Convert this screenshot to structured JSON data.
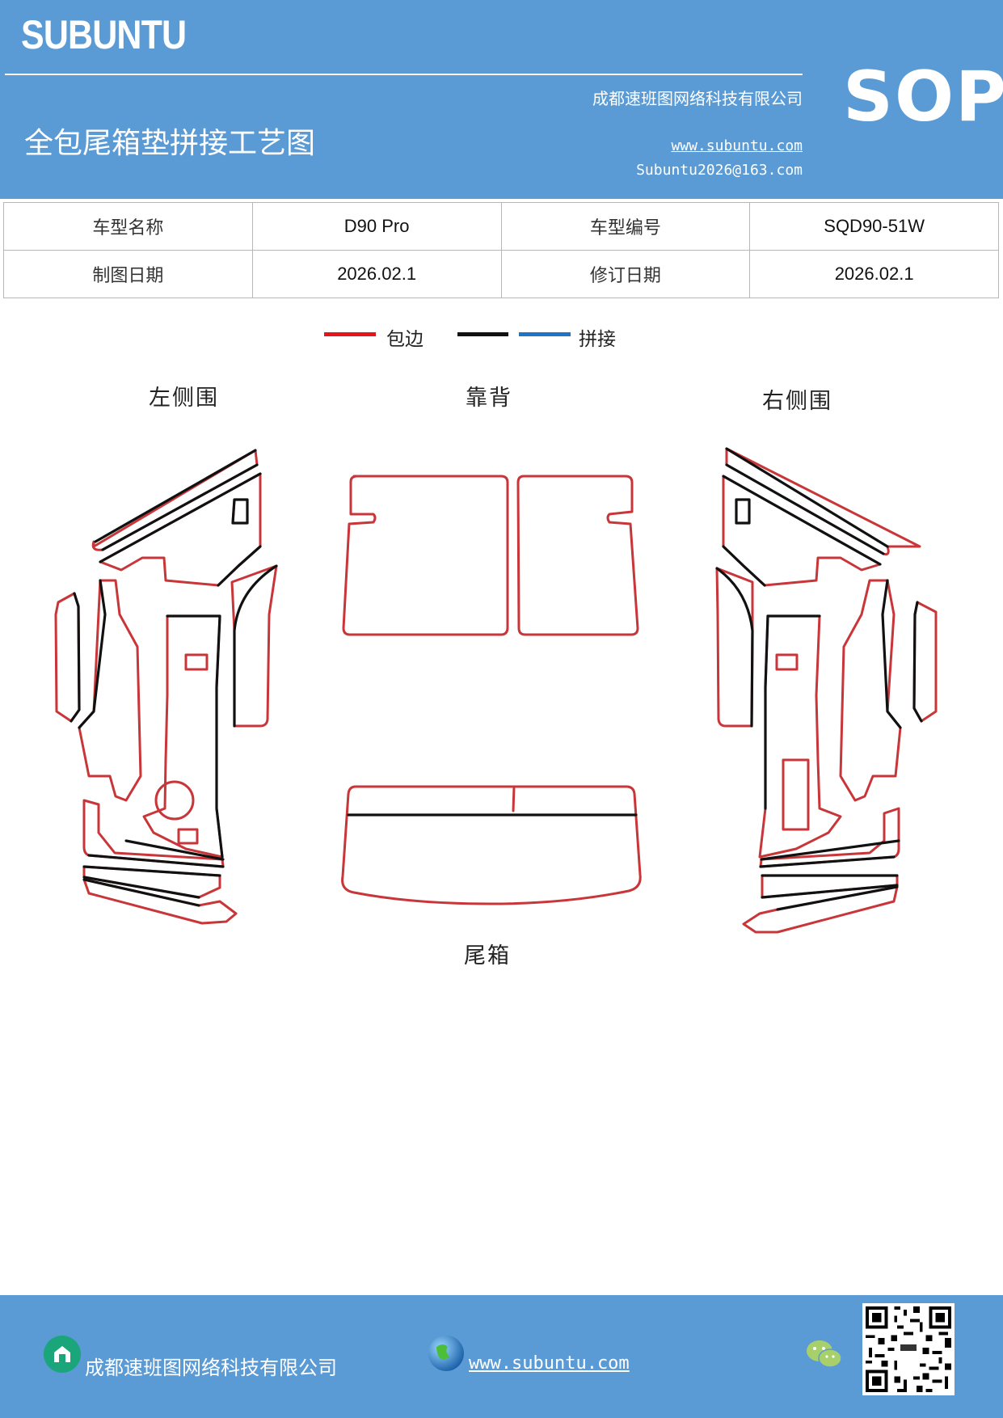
{
  "header": {
    "brand": "SUBUNTU",
    "company": "成都速班图网络科技有限公司",
    "title": "全包尾箱垫拼接工艺图",
    "website": "www.subuntu.com",
    "email": "Subuntu2026@163.com",
    "sop": "SOP"
  },
  "info_table": {
    "model_name_label": "车型名称",
    "model_name": "D90 Pro",
    "model_code_label": "车型编号",
    "model_code": "SQD90-51W",
    "draw_date_label": "制图日期",
    "draw_date": "2026.02.1",
    "revise_date_label": "修订日期",
    "revise_date": "2026.02.1"
  },
  "legend": {
    "edge_label": "包边",
    "seam_label": "拼接",
    "colors": {
      "edge": "#e8141b",
      "black": "#111111",
      "seam": "#1f74c8"
    }
  },
  "sections": {
    "left": "左侧围",
    "back": "靠背",
    "right": "右侧围",
    "trunk": "尾箱"
  },
  "footer": {
    "company": "成都速班图网络科技有限公司",
    "website": "www.subuntu.com"
  },
  "icons": [
    "company-icon",
    "globe-icon",
    "wechat-icon",
    "qr-code"
  ]
}
